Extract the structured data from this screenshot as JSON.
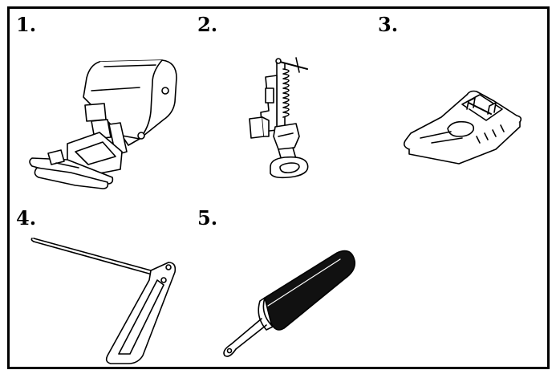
{
  "items": [
    {
      "number": "1.",
      "icon": "walking-foot-icon"
    },
    {
      "number": "2.",
      "icon": "darning-foot-icon"
    },
    {
      "number": "3.",
      "icon": "quarter-inch-foot-icon"
    },
    {
      "number": "4.",
      "icon": "quilting-guide-icon"
    },
    {
      "number": "5.",
      "icon": "screwdriver-icon"
    }
  ],
  "colors": {
    "line": "#000000",
    "fill": "#ffffff",
    "handle": "#111111"
  }
}
